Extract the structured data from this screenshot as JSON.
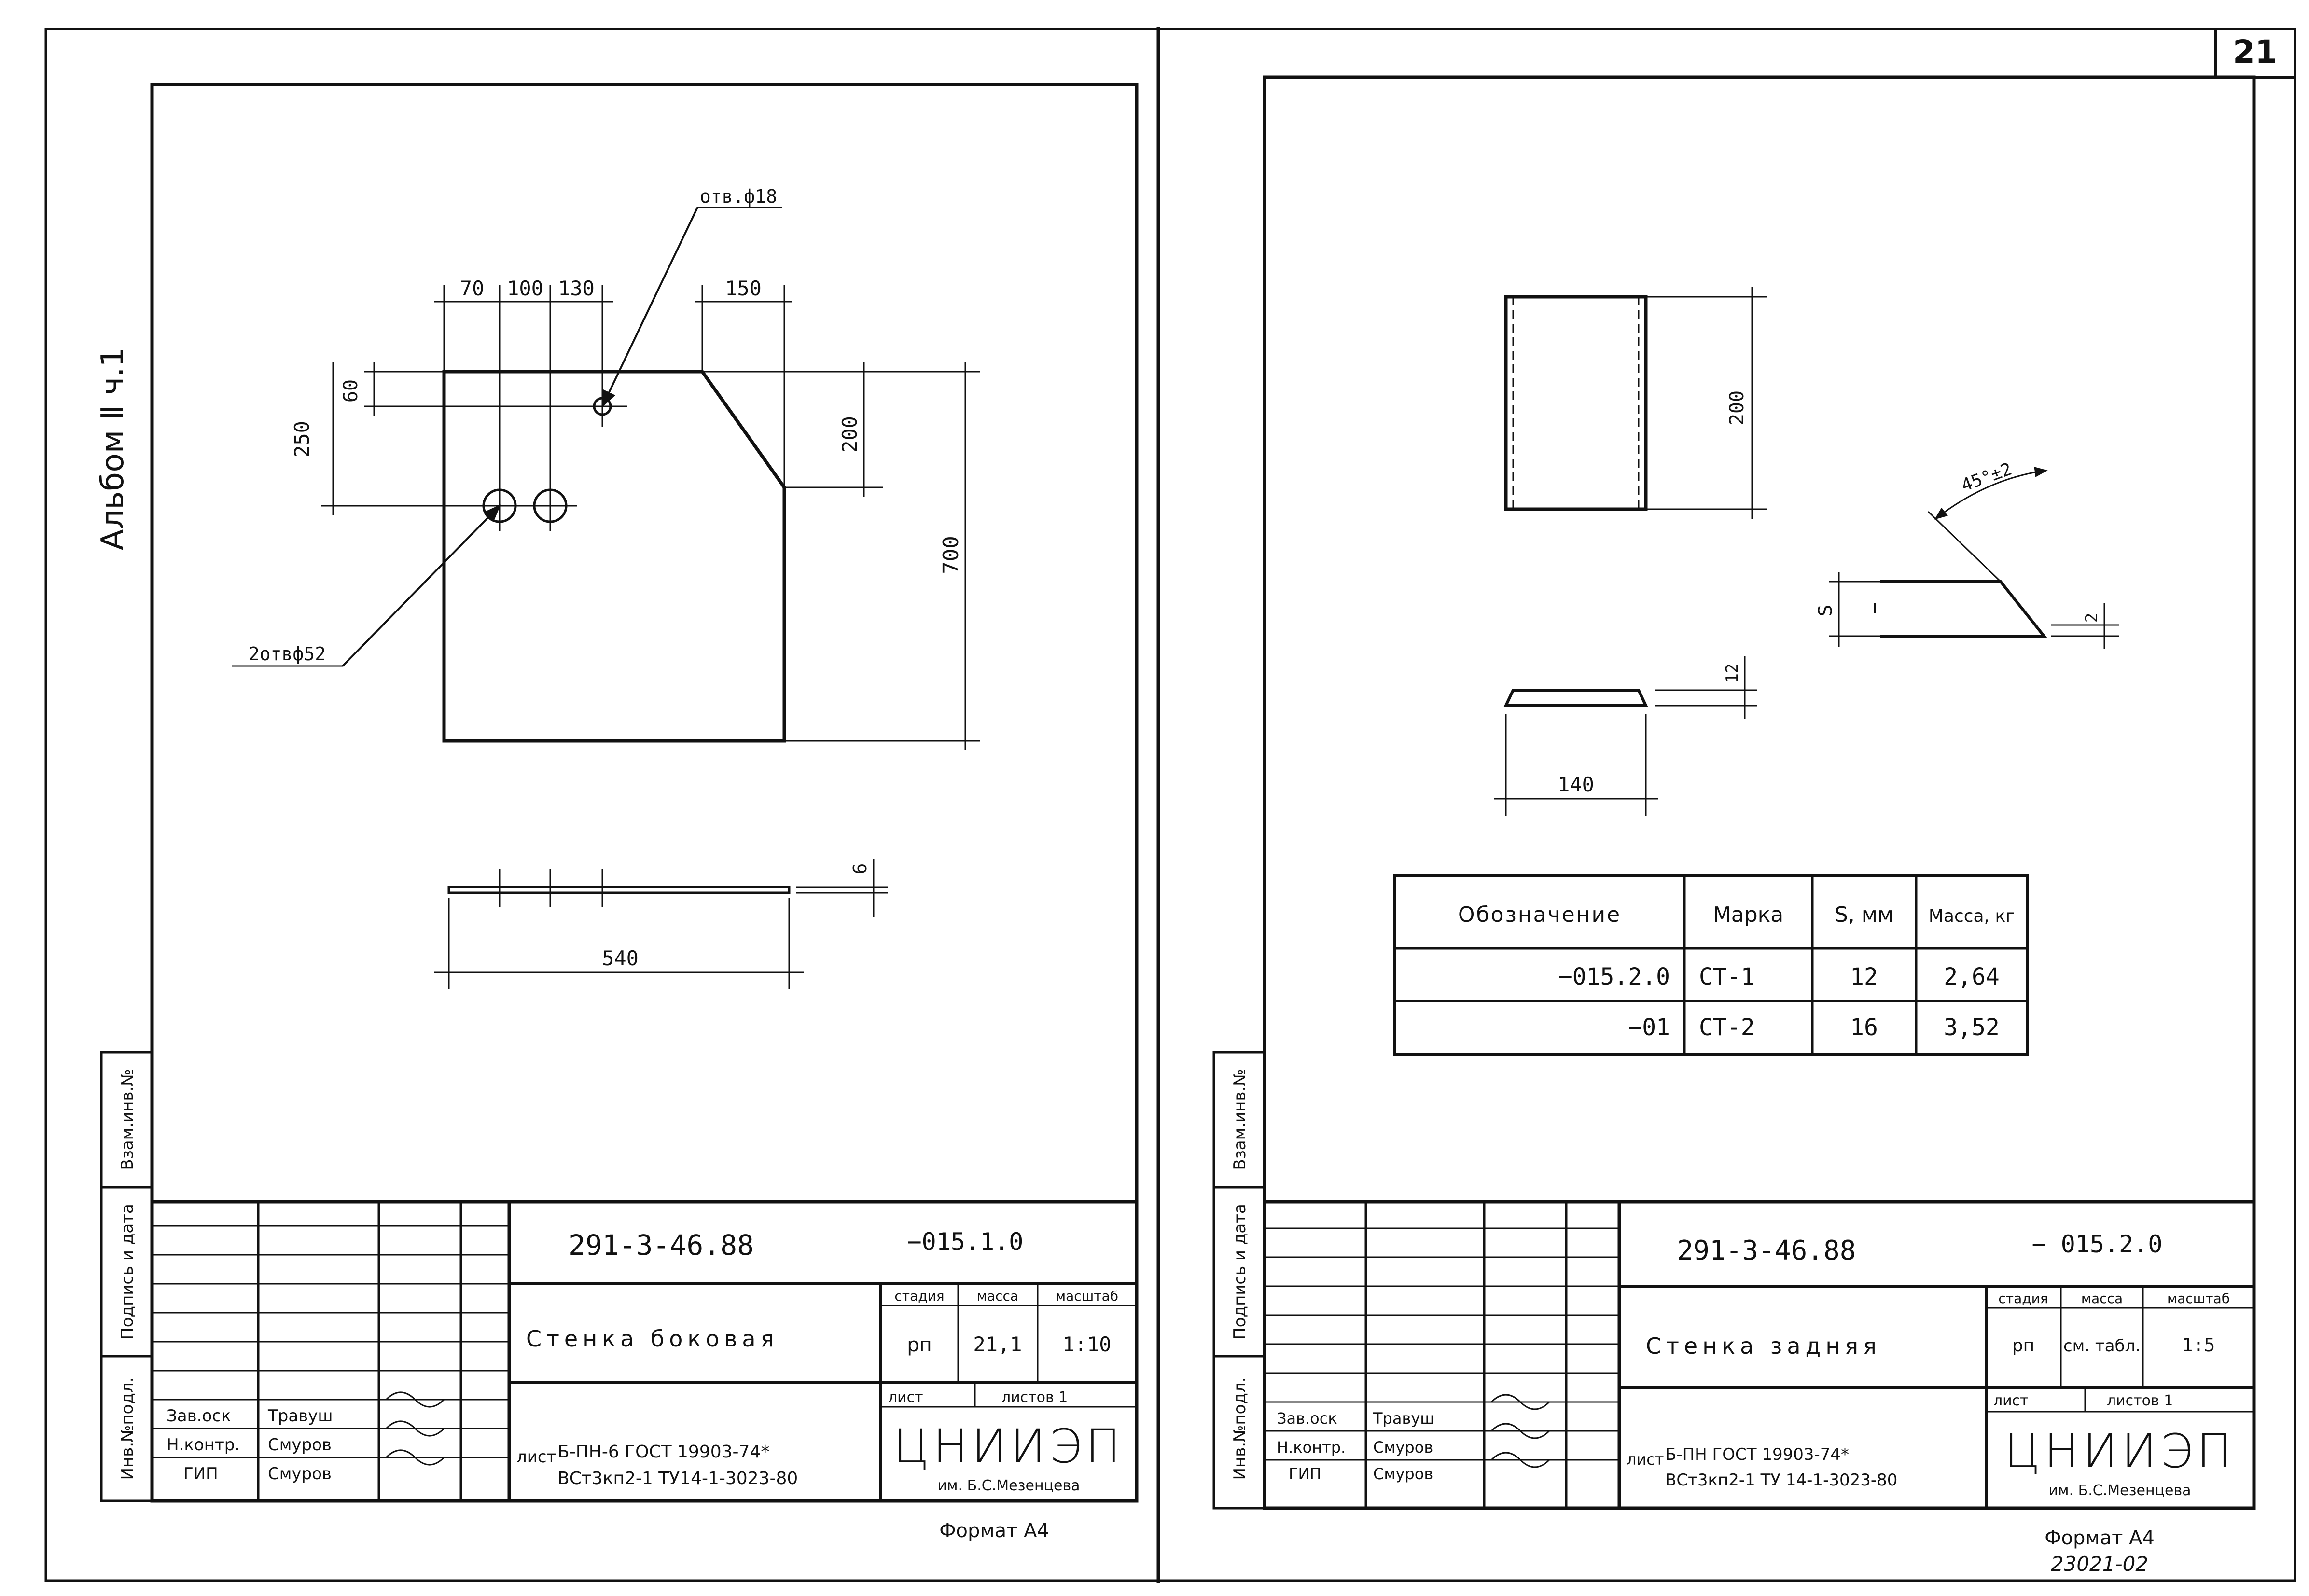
{
  "page_number": "21",
  "album_label": "Альбом Ⅱ ч.1",
  "side_stamp": {
    "inv_orig": "Инв.№подл.",
    "sign_date": "Подпись и дата",
    "inv_replace": "Взам.инв.№"
  },
  "left_sheet": {
    "drawing": {
      "hole_small_callout": "отв.ф18",
      "holes_big_callout": "2отвф52",
      "dims": {
        "d70": "70",
        "d100": "100",
        "d130": "130",
        "d150": "150",
        "d60": "60",
        "d250": "250",
        "d200": "200",
        "d700": "700",
        "d6": "6",
        "d540": "540"
      }
    },
    "title_block": {
      "doc_number": "291-3-46.88",
      "designation": "−015.1.0",
      "title": "Стенка боковая",
      "col_stage": "стадия",
      "col_mass": "масса",
      "col_scale": "масштаб",
      "stage": "рп",
      "mass": "21,1",
      "scale": "1:10",
      "sheet_label": "лист",
      "sheets_label": "листов 1",
      "material_prefix": "лист",
      "material_line1": "Б-ПН-6  ГОСТ 19903-74*",
      "material_line2": "ВСт3кп2-1 ТУ14-1-3023-80",
      "org_name": "ЦНИИЭП",
      "org_sub": "им. Б.С.Мезенцева",
      "roles": [
        {
          "role": "Зав.оск",
          "name": "Травуш"
        },
        {
          "role": "Н.контр.",
          "name": "Смуров"
        },
        {
          "role": "ГИП",
          "name": "Смуров"
        }
      ]
    },
    "format": "Формат А4"
  },
  "right_sheet": {
    "drawing": {
      "dims": {
        "d200": "200",
        "d140": "140",
        "d12": "12",
        "chamfer": "45°±2",
        "dS": "S",
        "d2": "2"
      }
    },
    "spec_table": {
      "headers": [
        "Обозначение",
        "Марка",
        "S, мм",
        "Масса, кг"
      ],
      "rows": [
        [
          "−015.2.0",
          "СТ-1",
          "12",
          "2,64"
        ],
        [
          "−01",
          "СТ-2",
          "16",
          "3,52"
        ]
      ]
    },
    "title_block": {
      "doc_number": "291-3-46.88",
      "designation": "− 015.2.0",
      "title": "Стенка задняя",
      "col_stage": "стадия",
      "col_mass": "масса",
      "col_scale": "масштаб",
      "stage": "рп",
      "mass": "см. табл.",
      "scale": "1:5",
      "sheet_label": "лист",
      "sheets_label": "листов 1",
      "material_prefix": "лист",
      "material_line1": "Б-ПН  ГОСТ 19903-74*",
      "material_line2": "ВСт3кп2-1 ТУ 14-1-3023-80",
      "org_name": "ЦНИИЭП",
      "org_sub": "им. Б.С.Мезенцева",
      "roles": [
        {
          "role": "Зав.оск",
          "name": "Травуш"
        },
        {
          "role": "Н.контр.",
          "name": "Смуров"
        },
        {
          "role": "ГИП",
          "name": "Смуров"
        }
      ]
    },
    "format": "Формат А4",
    "archive_number": "23021-02"
  }
}
